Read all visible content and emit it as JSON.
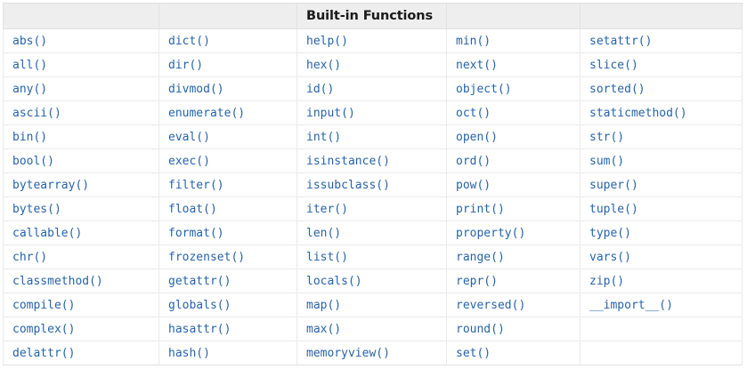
{
  "table": {
    "title": "Built-in Functions",
    "title_column_index": 2,
    "column_count": 5,
    "row_count": 14,
    "header_background": "#eeeeee",
    "cell_text_color": "#2763a8",
    "header_text_color": "#1a1a1a",
    "border_color": "#eceaea",
    "headers": [
      "",
      "",
      "Built-in Functions",
      "",
      ""
    ],
    "rows": [
      [
        "abs()",
        "dict()",
        "help()",
        "min()",
        "setattr()"
      ],
      [
        "all()",
        "dir()",
        "hex()",
        "next()",
        "slice()"
      ],
      [
        "any()",
        "divmod()",
        "id()",
        "object()",
        "sorted()"
      ],
      [
        "ascii()",
        "enumerate()",
        "input()",
        "oct()",
        "staticmethod()"
      ],
      [
        "bin()",
        "eval()",
        "int()",
        "open()",
        "str()"
      ],
      [
        "bool()",
        "exec()",
        "isinstance()",
        "ord()",
        "sum()"
      ],
      [
        "bytearray()",
        "filter()",
        "issubclass()",
        "pow()",
        "super()"
      ],
      [
        "bytes()",
        "float()",
        "iter()",
        "print()",
        "tuple()"
      ],
      [
        "callable()",
        "format()",
        "len()",
        "property()",
        "type()"
      ],
      [
        "chr()",
        "frozenset()",
        "list()",
        "range()",
        "vars()"
      ],
      [
        "classmethod()",
        "getattr()",
        "locals()",
        "repr()",
        "zip()"
      ],
      [
        "compile()",
        "globals()",
        "map()",
        "reversed()",
        "__import__()"
      ],
      [
        "complex()",
        "hasattr()",
        "max()",
        "round()",
        ""
      ],
      [
        "delattr()",
        "hash()",
        "memoryview()",
        "set()",
        ""
      ]
    ]
  }
}
